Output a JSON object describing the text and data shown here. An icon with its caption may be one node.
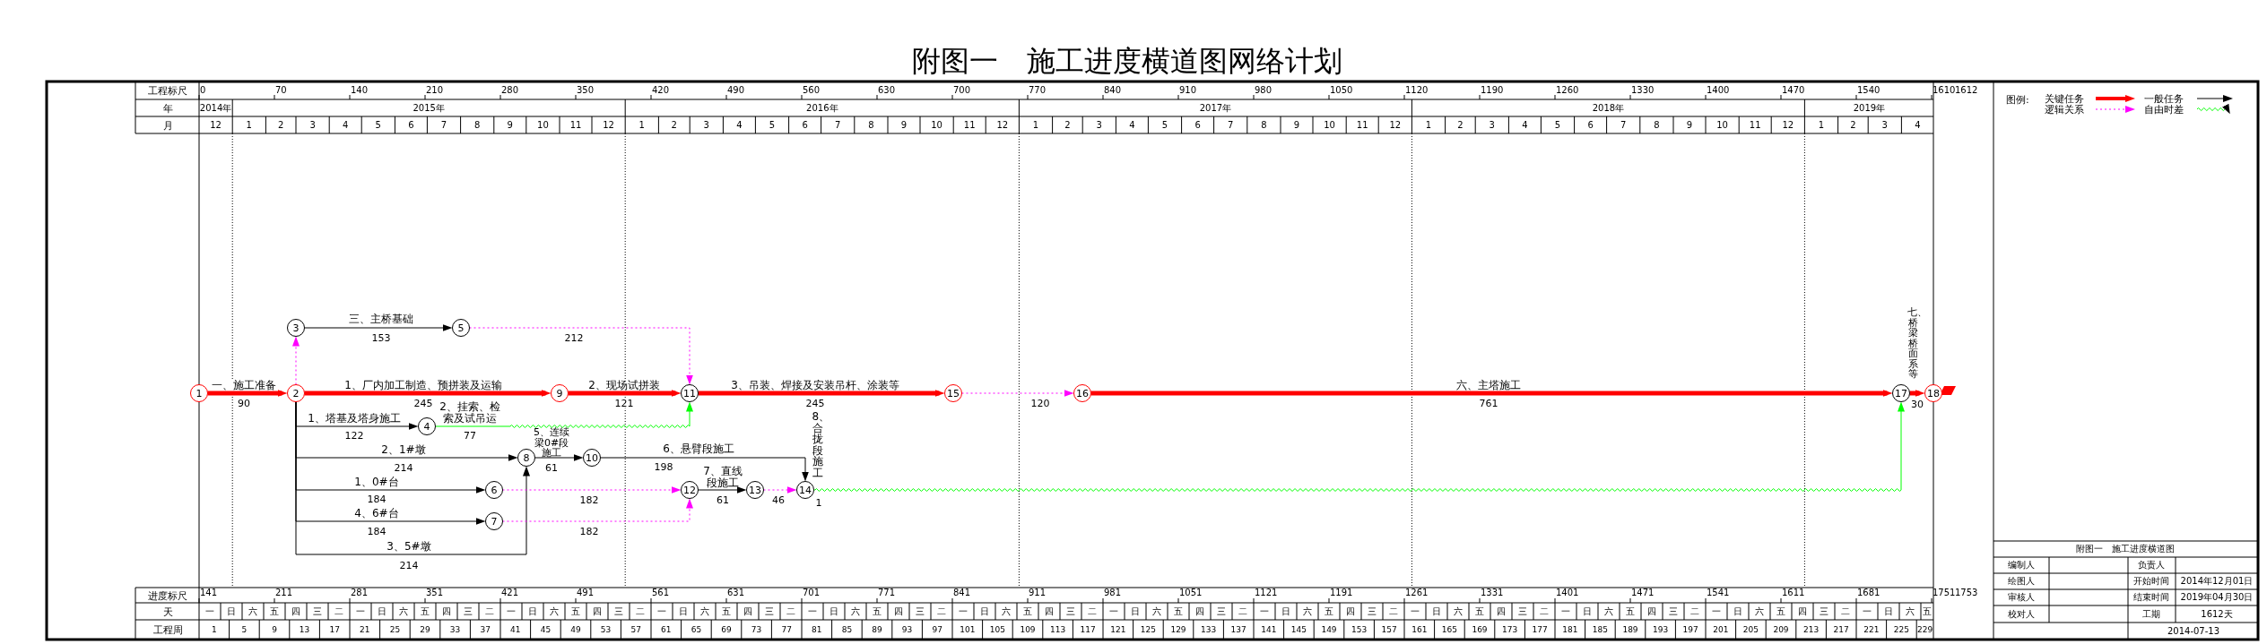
{
  "diagram": {
    "title": "附图一　施工进度横道图网络计划",
    "nodes": [
      {
        "text": [
          "1"
        ]
      },
      {
        "text": [
          "2"
        ]
      },
      {
        "text": [
          "3"
        ]
      },
      {
        "text": [
          "4"
        ]
      },
      {
        "text": [
          "5"
        ]
      },
      {
        "text": [
          "6"
        ]
      },
      {
        "text": [
          "7"
        ]
      },
      {
        "text": [
          "8"
        ]
      },
      {
        "text": [
          "9"
        ]
      },
      {
        "text": [
          "10"
        ]
      },
      {
        "text": [
          "11"
        ]
      },
      {
        "text": [
          "12"
        ]
      },
      {
        "text": [
          "13"
        ]
      },
      {
        "text": [
          "14"
        ]
      },
      {
        "text": [
          "15"
        ]
      },
      {
        "text": [
          "16"
        ]
      },
      {
        "text": [
          "17"
        ]
      },
      {
        "text": [
          "18"
        ]
      }
    ],
    "edges": [
      {
        "from": 0,
        "to": 1,
        "arrow": "to",
        "label": "一、施工准备",
        "style": "thick",
        "color": "#ff0000"
      },
      {
        "from": 1,
        "to": 2,
        "arrow": "to",
        "style": "dashed",
        "color": "#ff00ff"
      },
      {
        "from": 2,
        "to": 4,
        "arrow": "to",
        "label": "三、主桥基础"
      },
      {
        "from": 4,
        "to": 10,
        "arrow": "to",
        "style": "dashed",
        "color": "#ff00ff"
      },
      {
        "from": 1,
        "to": 8,
        "arrow": "to",
        "label": "1、厂内加工制造、预拼装及运输",
        "style": "thick",
        "color": "#ff0000"
      },
      {
        "from": 8,
        "to": 10,
        "arrow": "to",
        "label": "2、现场试拼装",
        "style": "thick",
        "color": "#ff0000"
      },
      {
        "from": 1,
        "to": 3,
        "arrow": "to",
        "label": "1、塔基及塔身施工"
      },
      {
        "from": 3,
        "to": 10,
        "arrow": "to",
        "label": "2、挂索、检索及试吊运",
        "color": "#00ff00"
      },
      {
        "from": 1,
        "to": 7,
        "arrow": "to",
        "label": "2、1#墩"
      },
      {
        "from": 1,
        "to": 7,
        "arrow": "to",
        "label": "3、5#墩"
      },
      {
        "from": 1,
        "to": 5,
        "arrow": "to",
        "label": "1、0#台"
      },
      {
        "from": 1,
        "to": 6,
        "arrow": "to",
        "label": "4、6#台"
      },
      {
        "from": 7,
        "to": 9,
        "arrow": "to",
        "label": "5、连续梁0#段施工"
      },
      {
        "from": 9,
        "to": 13,
        "arrow": "to",
        "label": "6、悬臂段施工"
      },
      {
        "from": 5,
        "to": 11,
        "arrow": "to",
        "style": "dashed",
        "color": "#ff00ff"
      },
      {
        "from": 6,
        "to": 11,
        "arrow": "to",
        "style": "dashed",
        "color": "#ff00ff"
      },
      {
        "from": 11,
        "to": 12,
        "arrow": "to",
        "label": "7、直线段施工"
      },
      {
        "from": 12,
        "to": 13,
        "arrow": "to",
        "style": "dashed",
        "color": "#ff00ff"
      },
      {
        "from": 13,
        "to": 16,
        "arrow": "to",
        "label": "8、合拢段施工",
        "color": "#00ff00"
      },
      {
        "from": 10,
        "to": 14,
        "arrow": "to",
        "label": "3、吊装、焊接及安装吊杆、涂装等",
        "style": "thick",
        "color": "#ff0000"
      },
      {
        "from": 14,
        "to": 15,
        "arrow": "to",
        "style": "dashed",
        "color": "#ff00ff"
      },
      {
        "from": 15,
        "to": 16,
        "arrow": "to",
        "label": "六、主塔施工",
        "style": "thick",
        "color": "#ff0000"
      },
      {
        "from": 16,
        "to": 17,
        "arrow": "to",
        "label": "七、桥梁桥面系等",
        "style": "thick",
        "color": "#ff0000"
      }
    ],
    "labels": [
      "工程标尺",
      "0",
      "70",
      "140",
      "210",
      "280",
      "350",
      "420",
      "490",
      "560",
      "630",
      "700",
      "770",
      "840",
      "910",
      "980",
      "1050",
      "1120",
      "1190",
      "1260",
      "1330",
      "1400",
      "1470",
      "1540",
      "1610",
      "1612",
      "年",
      "2014年",
      "2015年",
      "2016年",
      "2017年",
      "2018年",
      "2019年",
      "月",
      "12",
      "1",
      "2",
      "3",
      "4",
      "5",
      "6",
      "7",
      "8",
      "9",
      "10",
      "11",
      "12",
      "1",
      "2",
      "3",
      "4",
      "5",
      "6",
      "7",
      "8",
      "9",
      "10",
      "11",
      "12",
      "1",
      "2",
      "3",
      "4",
      "5",
      "6",
      "7",
      "8",
      "9",
      "10",
      "11",
      "12",
      "1",
      "2",
      "3",
      "4",
      "5",
      "6",
      "7",
      "8",
      "9",
      "10",
      "11",
      "12",
      "1",
      "2",
      "3",
      "4",
      "图例:",
      "90",
      "153",
      "212",
      "245",
      "121",
      "122",
      "77",
      "214",
      "214",
      "184",
      "184",
      "61",
      "198",
      "182",
      "182",
      "61",
      "46",
      "1",
      "245",
      "120",
      "761",
      "30",
      "附图一　施工进度横道图",
      "编制人",
      "负责人",
      "绘图人",
      "开始时间",
      "2014年12月01日",
      "审核人",
      "结束时间",
      "2019年04月30日",
      "校对人",
      "工期",
      "1612天",
      "进度标尺",
      "141",
      "211",
      "281",
      "351",
      "421",
      "491",
      "561",
      "631",
      "701",
      "771",
      "841",
      "911",
      "981",
      "1051",
      "1121",
      "1191",
      "1261",
      "1331",
      "1401",
      "1471",
      "1541",
      "1611",
      "1681",
      "1751",
      "1753",
      "天",
      "一",
      "日",
      "六",
      "五",
      "四",
      "三",
      "二",
      "一",
      "日",
      "六",
      "五",
      "四",
      "三",
      "二",
      "一",
      "日",
      "六",
      "五",
      "四",
      "三",
      "二",
      "一",
      "日",
      "六",
      "五",
      "四",
      "三",
      "二",
      "一",
      "日",
      "六",
      "五",
      "四",
      "三",
      "二",
      "一",
      "日",
      "六",
      "五",
      "四",
      "三",
      "二",
      "一",
      "日",
      "六",
      "五",
      "四",
      "三",
      "二",
      "一",
      "日",
      "六",
      "五",
      "四",
      "三",
      "二",
      "一",
      "日",
      "六",
      "五",
      "四",
      "三",
      "二",
      "一",
      "日",
      "六",
      "五",
      "四",
      "三",
      "二",
      "一",
      "日",
      "六",
      "五",
      "四",
      "三",
      "二",
      "一",
      "日",
      "六",
      "五",
      "工程周",
      "1",
      "5",
      "9",
      "13",
      "17",
      "21",
      "25",
      "29",
      "33",
      "37",
      "41",
      "45",
      "49",
      "53",
      "57",
      "61",
      "65",
      "69",
      "73",
      "77",
      "81",
      "85",
      "89",
      "93",
      "97",
      "101",
      "105",
      "109",
      "113",
      "117",
      "121",
      "125",
      "129",
      "133",
      "137",
      "141",
      "145",
      "149",
      "153",
      "157",
      "161",
      "165",
      "169",
      "173",
      "177",
      "181",
      "185",
      "189",
      "193",
      "197",
      "201",
      "205",
      "209",
      "213",
      "217",
      "221",
      "225",
      "229",
      "2014-07-13"
    ],
    "legend": [
      {
        "text": "关键任务"
      },
      {
        "text": "一般任务"
      },
      {
        "text": "逻辑关系"
      },
      {
        "text": "自由时差"
      }
    ]
  }
}
